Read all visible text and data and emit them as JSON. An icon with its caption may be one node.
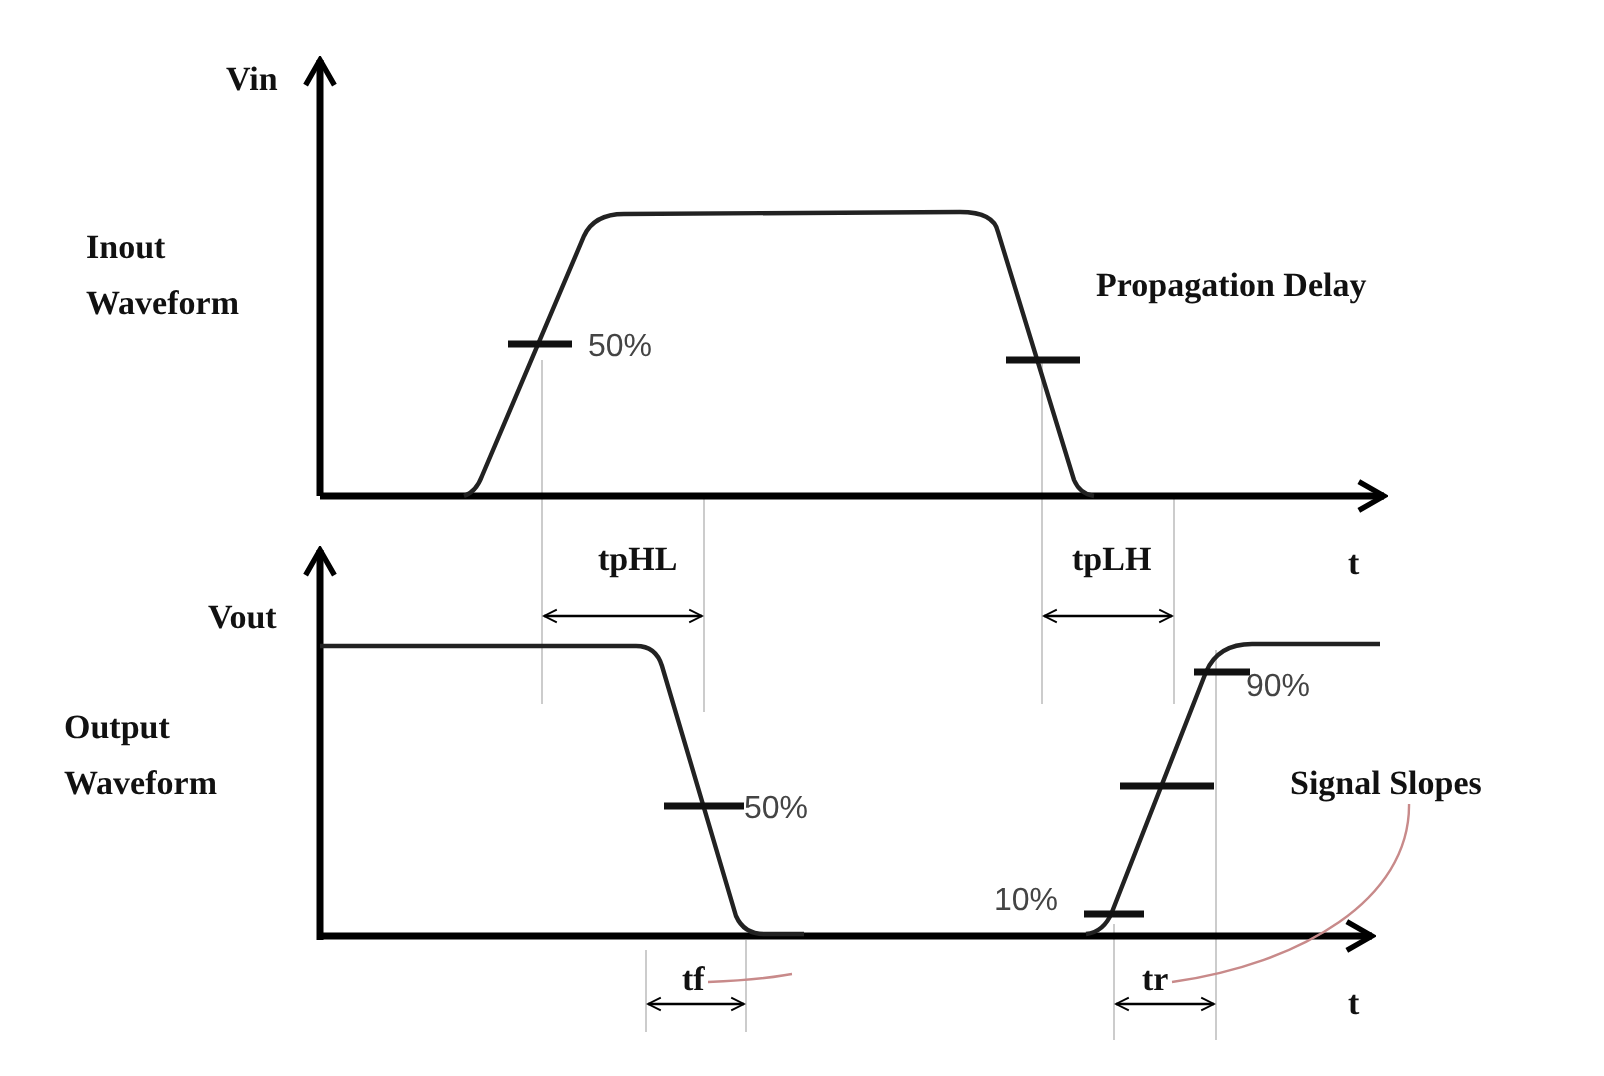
{
  "diagram": {
    "nodes": [
      {
        "text": [
          "Signal Slopes"
        ]
      },
      {
        "text": [
          "tf"
        ]
      },
      {
        "text": [
          "tr"
        ]
      }
    ],
    "edges": [
      {
        "from": 0,
        "to": 2,
        "arrow": "none",
        "color": "#c88a8a"
      },
      {
        "from": null,
        "to": 1,
        "arrow": "none",
        "color": "#c88a8a"
      }
    ],
    "labels": [
      "Vin",
      "Inout Waveform",
      "Propagation Delay",
      "50%",
      "t",
      "tpHL",
      "tpLH",
      "Vout",
      "Output Waveform",
      "50%",
      "90%",
      "10%",
      "t"
    ]
  }
}
